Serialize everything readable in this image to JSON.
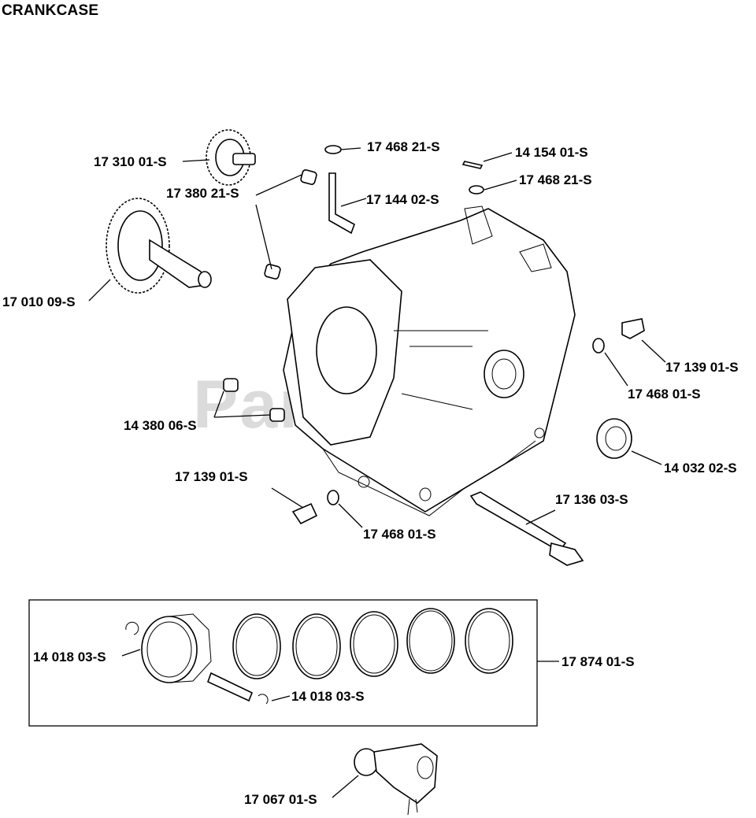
{
  "title": "CRANKCASE",
  "watermark": "PartsTree",
  "labels": {
    "governor_gear": "17 310 01-S",
    "bushing": "17 380 21-S",
    "camshaft": "17 010 09-S",
    "washer_top": "17 468 21-S",
    "pin": "14 154 01-S",
    "washer_top_right": "17 468 21-S",
    "shaft": "17 144 02-S",
    "plug_right": "17 139 01-S",
    "washer_right": "17 468 01-S",
    "dowel": "14 380 06-S",
    "oil_seal": "14 032 02-S",
    "plug_left": "17 139 01-S",
    "tube": "17 136 03-S",
    "washer_bottom": "17 468 01-S",
    "retainer_left": "14 018 03-S",
    "piston_kit": "17 874 01-S",
    "retainer_bottom": "14 018 03-S",
    "connecting_rod": "17 067 01-S"
  }
}
